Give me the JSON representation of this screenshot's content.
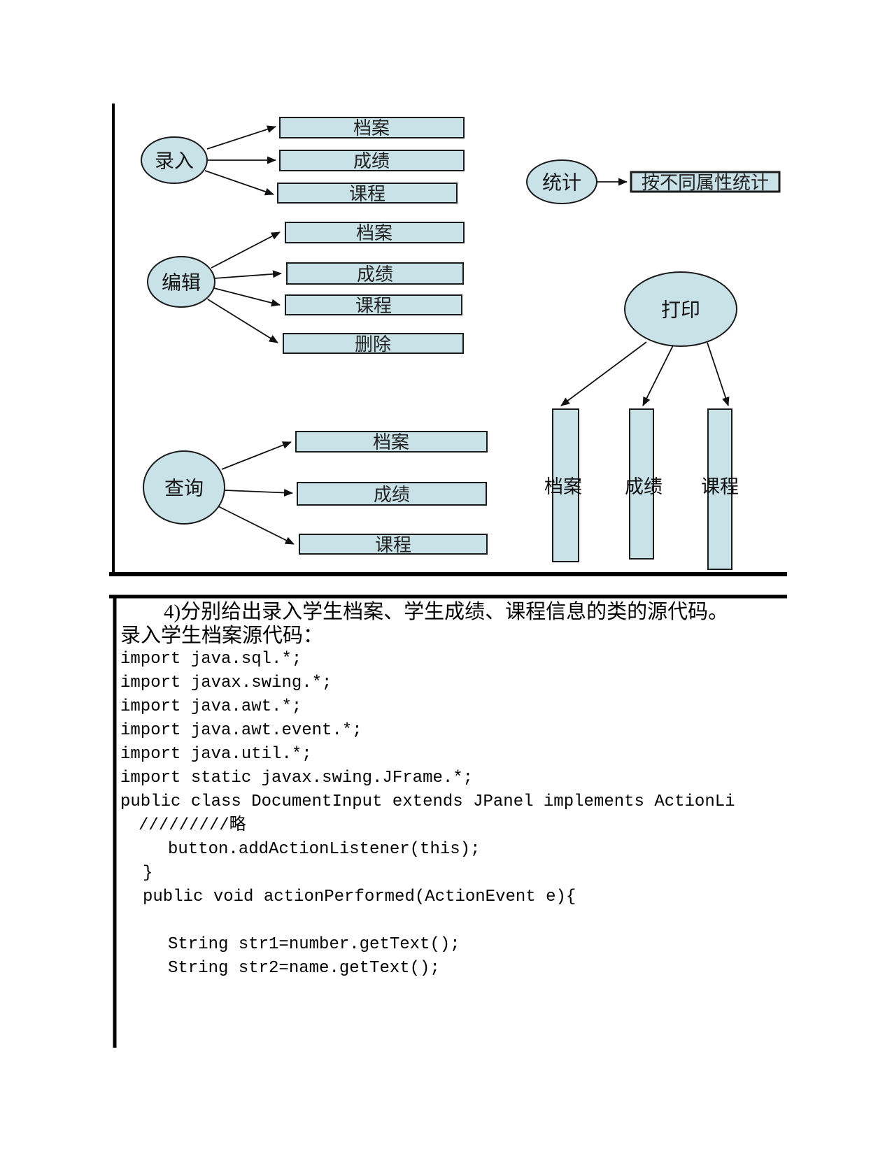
{
  "colors": {
    "shape_fill": "#c9e2e8",
    "shape_stroke": "#1b1b1b",
    "frame": "#000000",
    "text": "#111111"
  },
  "diagram": {
    "nodes": {
      "luru": "录入",
      "tongji": "统计",
      "bianji": "编辑",
      "dayin": "打印",
      "chaxun": "查询"
    },
    "luru_targets": [
      "档案",
      "成绩",
      "课程"
    ],
    "tongji_targets": [
      "按不同属性统计"
    ],
    "bianji_targets": [
      "档案",
      "成绩",
      "课程",
      "删除"
    ],
    "dayin_targets": [
      "档案",
      "成绩",
      "课程"
    ],
    "chaxun_targets": [
      "档案",
      "成绩",
      "课程"
    ]
  },
  "code": {
    "lines": [
      "4)分别给出录入学生档案、学生成绩、课程信息的类的源代码。",
      "录入学生档案源代码：",
      "import java.sql.*;",
      "import javax.swing.*;",
      "import java.awt.*;",
      "import java.awt.event.*;",
      "import java.util.*;",
      "import static javax.swing.JFrame.*;",
      "public class DocumentInput extends JPanel implements ActionLi",
      "/////////略",
      "button.addActionListener(this);",
      "}",
      "public void actionPerformed(ActionEvent e){",
      "",
      "String str1=number.getText();",
      "String str2=name.getText();"
    ]
  }
}
